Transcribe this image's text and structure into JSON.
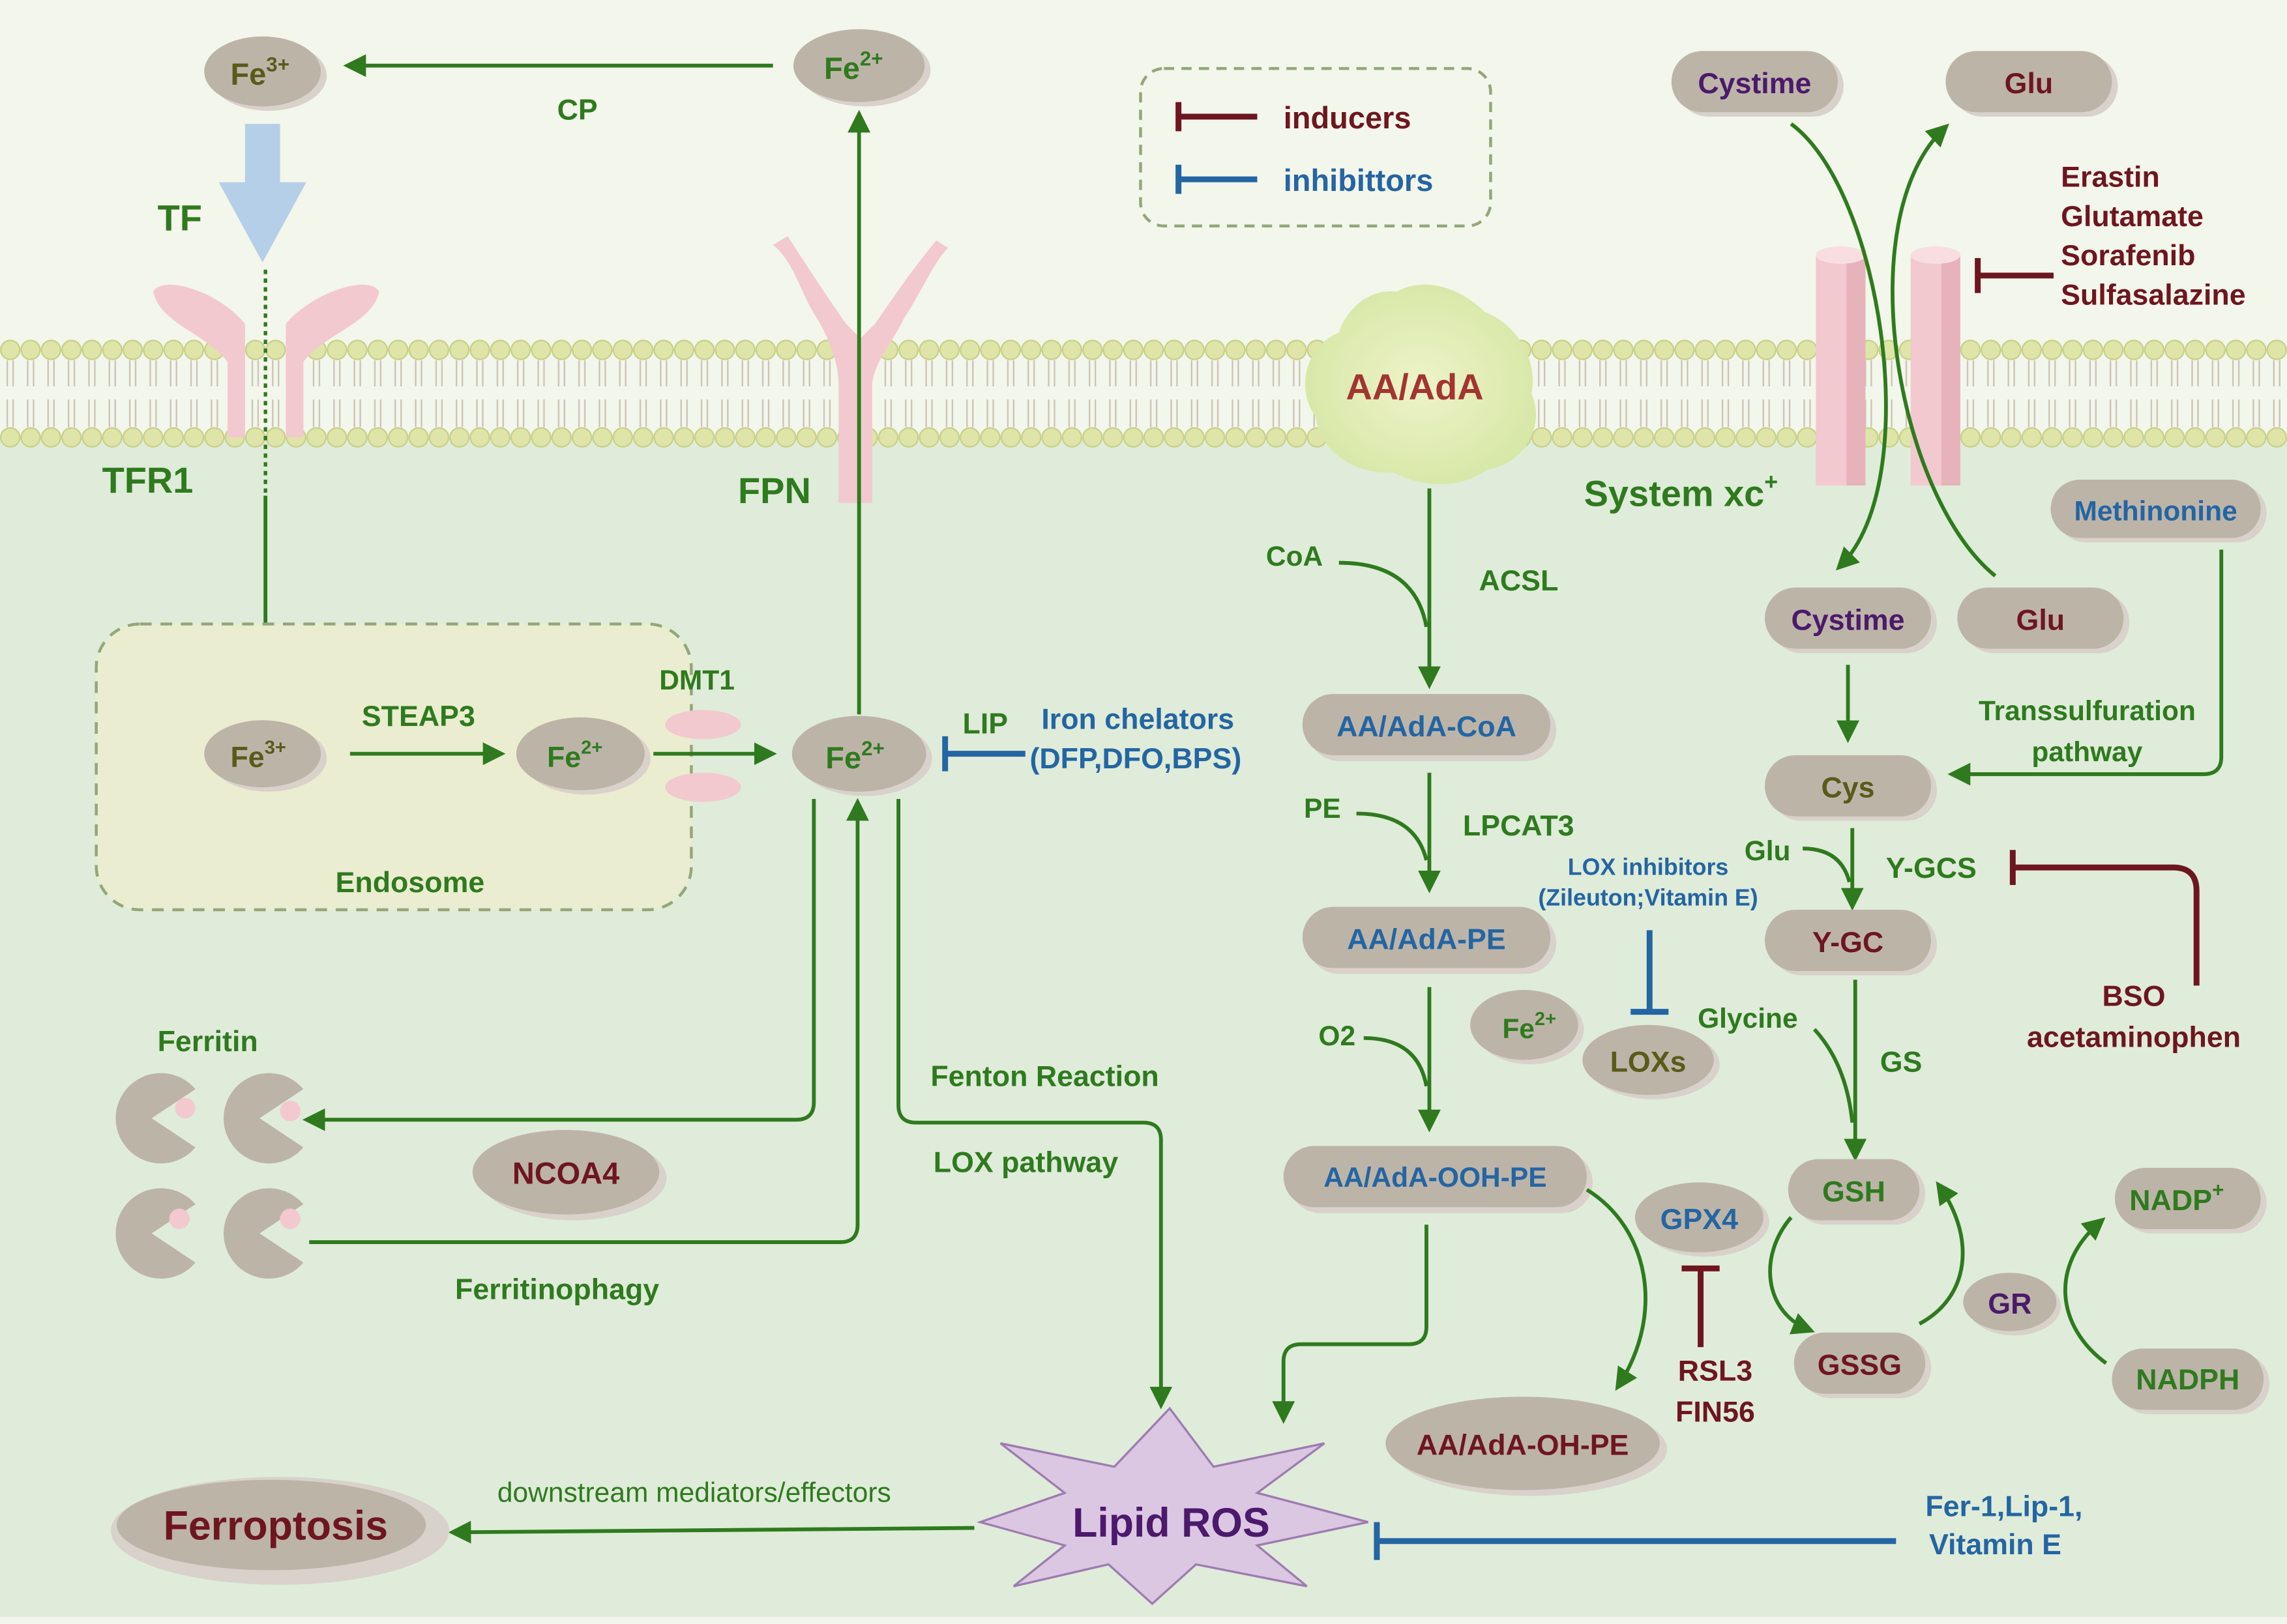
{
  "legend": {
    "inducers": "inducers",
    "inhibitors": "inhibittors"
  },
  "iron": {
    "fe3_top": "Fe",
    "fe3_top_sup": "3+",
    "fe2_top": "Fe",
    "fe2_top_sup": "2+",
    "cp": "CP",
    "tf": "TF",
    "tfr1": "TFR1",
    "fpn": "FPN",
    "fe3_endo": "Fe",
    "fe3_endo_sup": "3+",
    "steap3": "STEAP3",
    "fe2_endo": "Fe",
    "fe2_endo_sup": "2+",
    "dmt1": "DMT1",
    "endosome": "Endosome",
    "fe2_lip": "Fe",
    "fe2_lip_sup": "2+",
    "lip": "LIP",
    "chelators_1": "Iron chelators",
    "chelators_2": "(DFP,DFO,BPS)",
    "ferritin": "Ferritin",
    "ncoa4": "NCOA4",
    "ferritinophagy": "Ferritinophagy",
    "fenton": "Fenton Reaction",
    "lox_pathway": "LOX pathway"
  },
  "lipid": {
    "aa": "AA/AdA",
    "coa": "CoA",
    "acsl": "ACSL",
    "aa_coa": "AA/AdA-CoA",
    "pe": "PE",
    "lpcat3": "LPCAT3",
    "aa_pe": "AA/AdA-PE",
    "o2": "O2",
    "aa_ooh": "AA/AdA-OOH-PE",
    "lox_inh_1": "LOX inhibitors",
    "lox_inh_2": "(Zileuton;Vitamin E)",
    "fe2_lox": "Fe",
    "fe2_lox_sup": "2+",
    "loxs": "LOXs",
    "gpx4": "GPX4",
    "rsl3": "RSL3",
    "fin56": "FIN56",
    "aa_oh": "AA/AdA-OH-PE"
  },
  "system": {
    "cystime_top": "Cystime",
    "glu_top": "Glu",
    "inducers": [
      "Erastin",
      "Glutamate",
      "Sorafenib",
      "Sulfasalazine"
    ],
    "system_xc": "System xc",
    "system_xc_sup": "+",
    "methionine": "Methinonine",
    "cystime_in": "Cystime",
    "glu_in": "Glu",
    "transsulf_1": "Transsulfuration",
    "transsulf_2": "pathway",
    "cys": "Cys",
    "glu_side": "Glu",
    "ygcs": "Y-GCS",
    "ygc": "Y-GC",
    "bso": "BSO",
    "acetaminophen": "acetaminophen",
    "glycine": "Glycine",
    "gs": "GS",
    "gsh": "GSH",
    "gssg": "GSSG",
    "gr": "GR",
    "nadp": "NADP",
    "nadp_sup": "+",
    "nadph": "NADPH"
  },
  "bottom": {
    "lipid_ros": "Lipid ROS",
    "ferroptosis": "Ferroptosis",
    "downstream": "downstream mediators/effectors",
    "fer1_1": "Fer-1,Lip-1,",
    "fer1_2": "Vitamin E"
  },
  "colors": {
    "activation": "#2f7a1f",
    "inducer": "#6e1620",
    "inhibitor": "#2465a3"
  }
}
